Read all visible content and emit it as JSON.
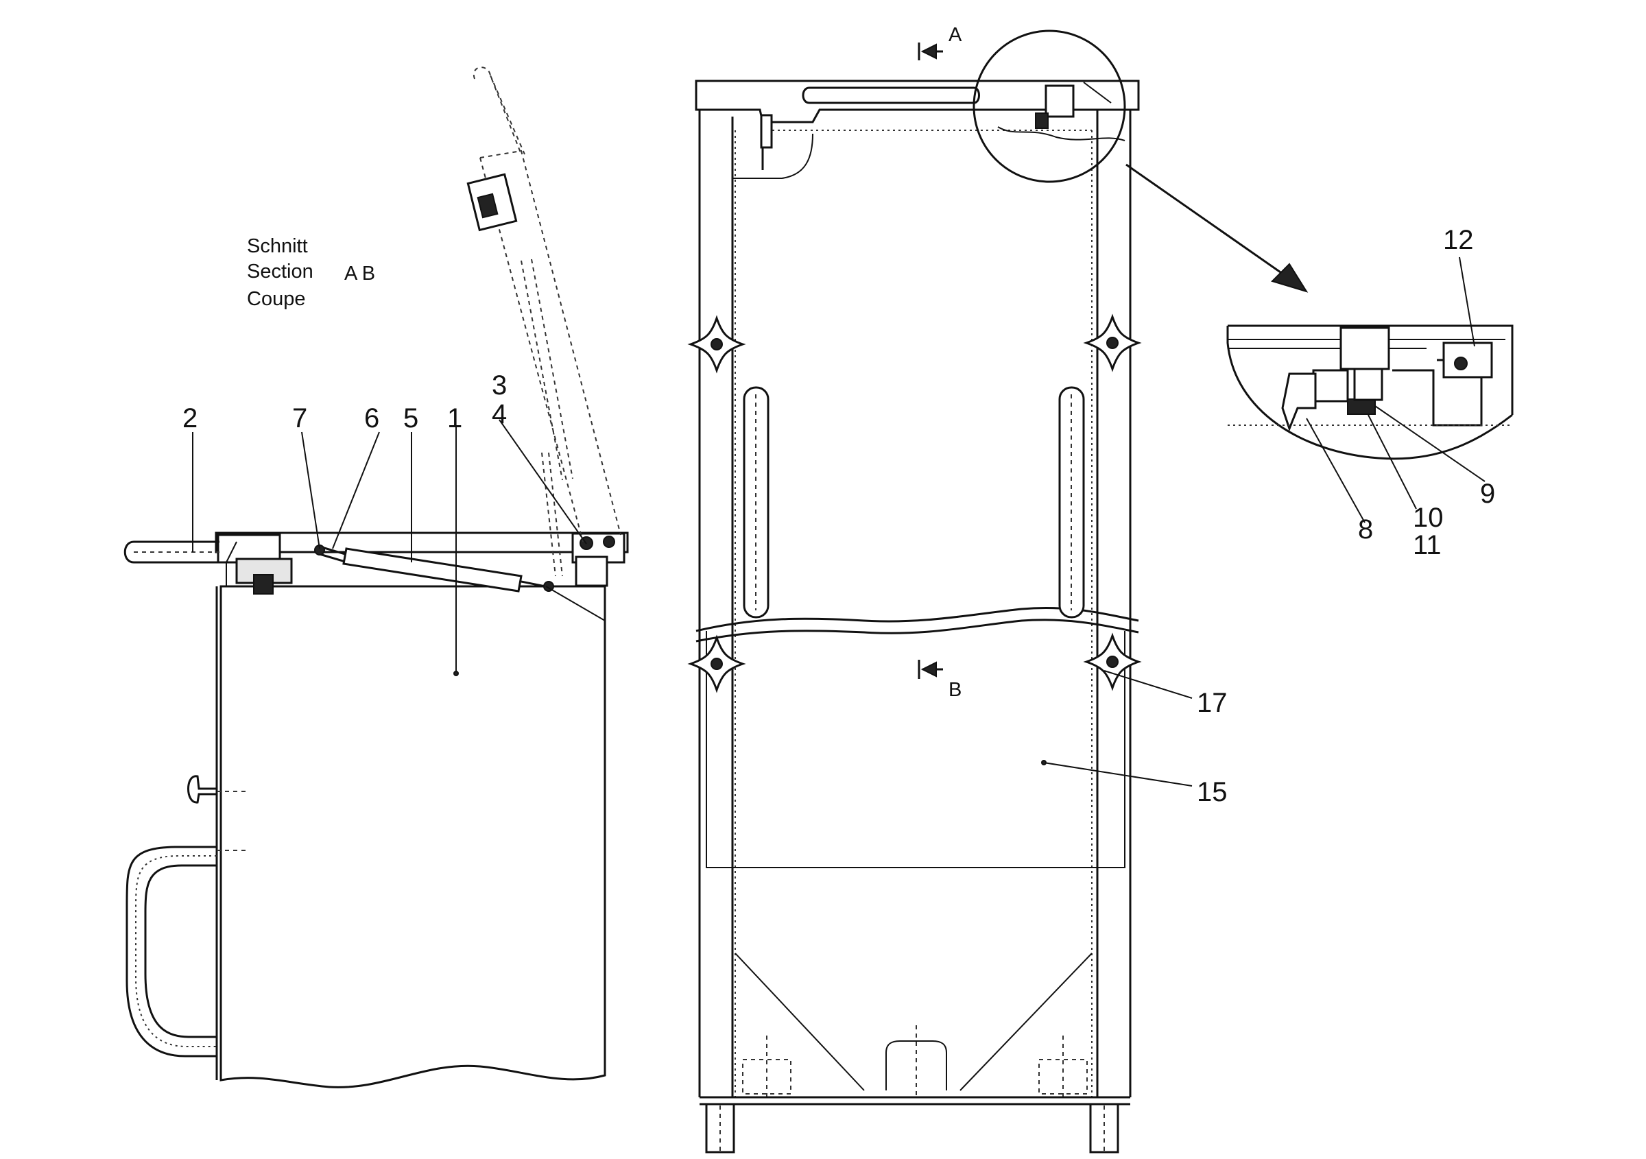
{
  "section_caption": {
    "lines": [
      "Schnitt",
      "Section",
      "Coupe"
    ],
    "letters": "A B"
  },
  "cut_marks": {
    "top": "A",
    "bottom": "B"
  },
  "part_numbers": {
    "p1": "1",
    "p2": "2",
    "p3": "3",
    "p4": "4",
    "p5": "5",
    "p6": "6",
    "p7": "7",
    "p8": "8",
    "p9": "9",
    "p10": "10",
    "p11": "11",
    "p12": "12",
    "p15": "15",
    "p17": "17"
  }
}
